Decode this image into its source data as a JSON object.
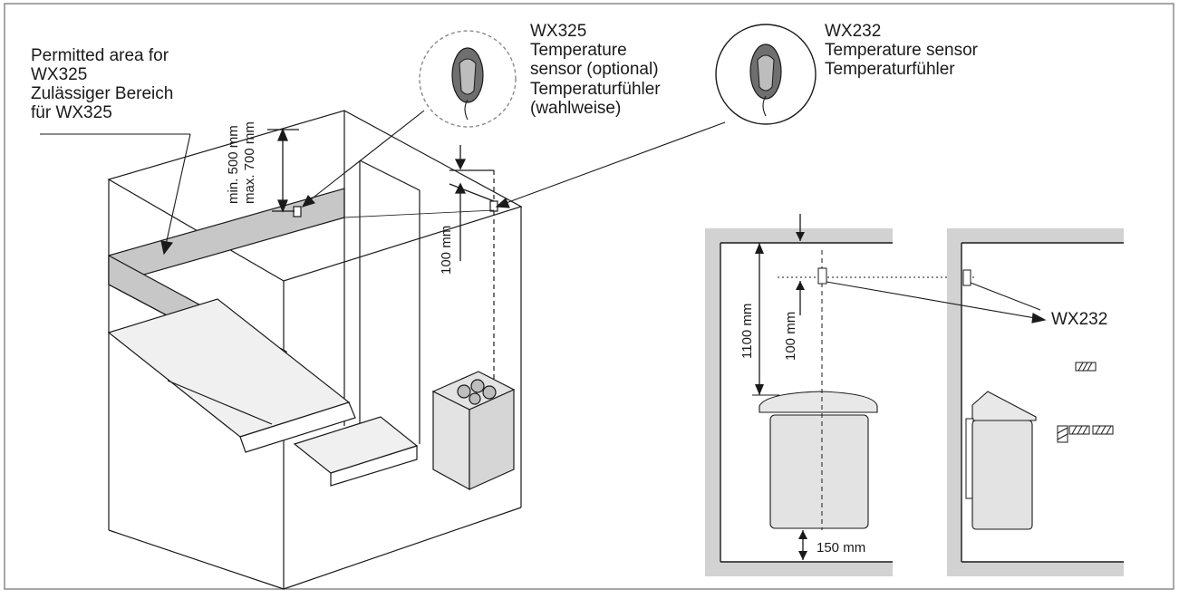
{
  "permitted_area": {
    "lines": [
      "Permitted area for",
      "WX325",
      "Zulässiger Bereich",
      "für WX325"
    ]
  },
  "wx325_label": {
    "lines": [
      "WX325",
      "Temperature",
      "sensor (optional)",
      "Temperaturfühler",
      "(wahlweise)"
    ]
  },
  "wx232_label": {
    "lines": [
      "WX232",
      "Temperature sensor",
      "Temperaturfühler"
    ]
  },
  "dimensions": {
    "min_max_line1": "min. 500 mm",
    "min_max_line2": "max. 700 mm",
    "sensor_offset": "100 mm",
    "right_height": "1100 mm",
    "right_offset": "100 mm",
    "floor_clearance": "150 mm"
  },
  "right_diagram": {
    "sensor_label": "WX232"
  },
  "colors": {
    "line": "#1a1a1a",
    "wall_fill": "#d2d2d2",
    "shaded_area": "#c7c7c7",
    "heater_fill": "#e3e3e3",
    "frame": "#8a8a8a"
  }
}
